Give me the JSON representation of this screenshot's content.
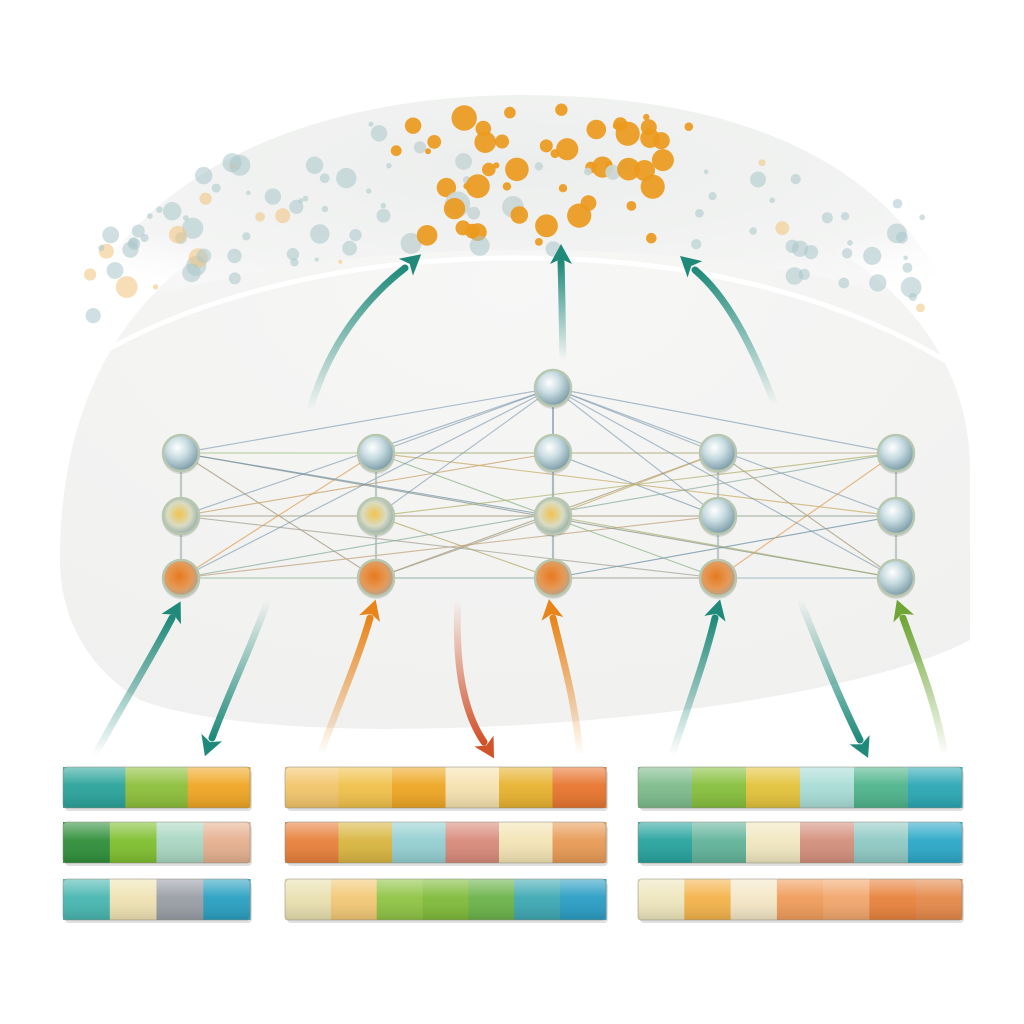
{
  "colors": {
    "teal": "#1f8a7a",
    "orange": "#e8841a",
    "rust": "#d2522a",
    "green": "#6fa636",
    "blue_gray": "#8fb3bf",
    "background": "#ffffff"
  },
  "network": {
    "layers": [
      {
        "name": "layer-1",
        "nodes": 5
      },
      {
        "name": "layer-2",
        "nodes": 5
      },
      {
        "name": "layer-3",
        "nodes": 5
      },
      {
        "name": "top",
        "nodes": 1
      }
    ],
    "node_tints": [
      "blue-gray",
      "yellow",
      "orange"
    ]
  },
  "embedding_groups": [
    {
      "name": "left",
      "rows": [
        [
          "#2aa39a",
          "#8cbf3a",
          "#f0a623"
        ],
        [
          "#2f8f3a",
          "#7fbf2f",
          "#a9d6c2",
          "#e6b08f"
        ],
        [
          "#48b6b0",
          "#efe3b3",
          "#9a9ea6",
          "#2aa0c2"
        ]
      ]
    },
    {
      "name": "middle",
      "rows": [
        [
          "#f2c56a",
          "#f0c14a",
          "#eea623",
          "#f6e2b0",
          "#e7b22e",
          "#e8752e"
        ],
        [
          "#e8803b",
          "#d9b640",
          "#94cfd1",
          "#d88a7a",
          "#f3e4b4",
          "#e89a55"
        ],
        [
          "#e9e0b0",
          "#f2c875",
          "#8fc445",
          "#7fbb3a",
          "#6bb34a",
          "#3ea8b3",
          "#2a9dc4"
        ]
      ]
    },
    {
      "name": "right",
      "rows": [
        [
          "#7dbb8b",
          "#86bf3c",
          "#e3c33a",
          "#a9dcd6",
          "#4db48b",
          "#2aa7b5"
        ],
        [
          "#28a39e",
          "#61b39a",
          "#f1e7c0",
          "#d48f7c",
          "#8fc9c4",
          "#2ba8c8"
        ],
        [
          "#eee6bd",
          "#f3b34a",
          "#f4e7c6",
          "#f09c5a",
          "#f2a66b",
          "#e8823c",
          "#e5894a"
        ]
      ]
    }
  ]
}
